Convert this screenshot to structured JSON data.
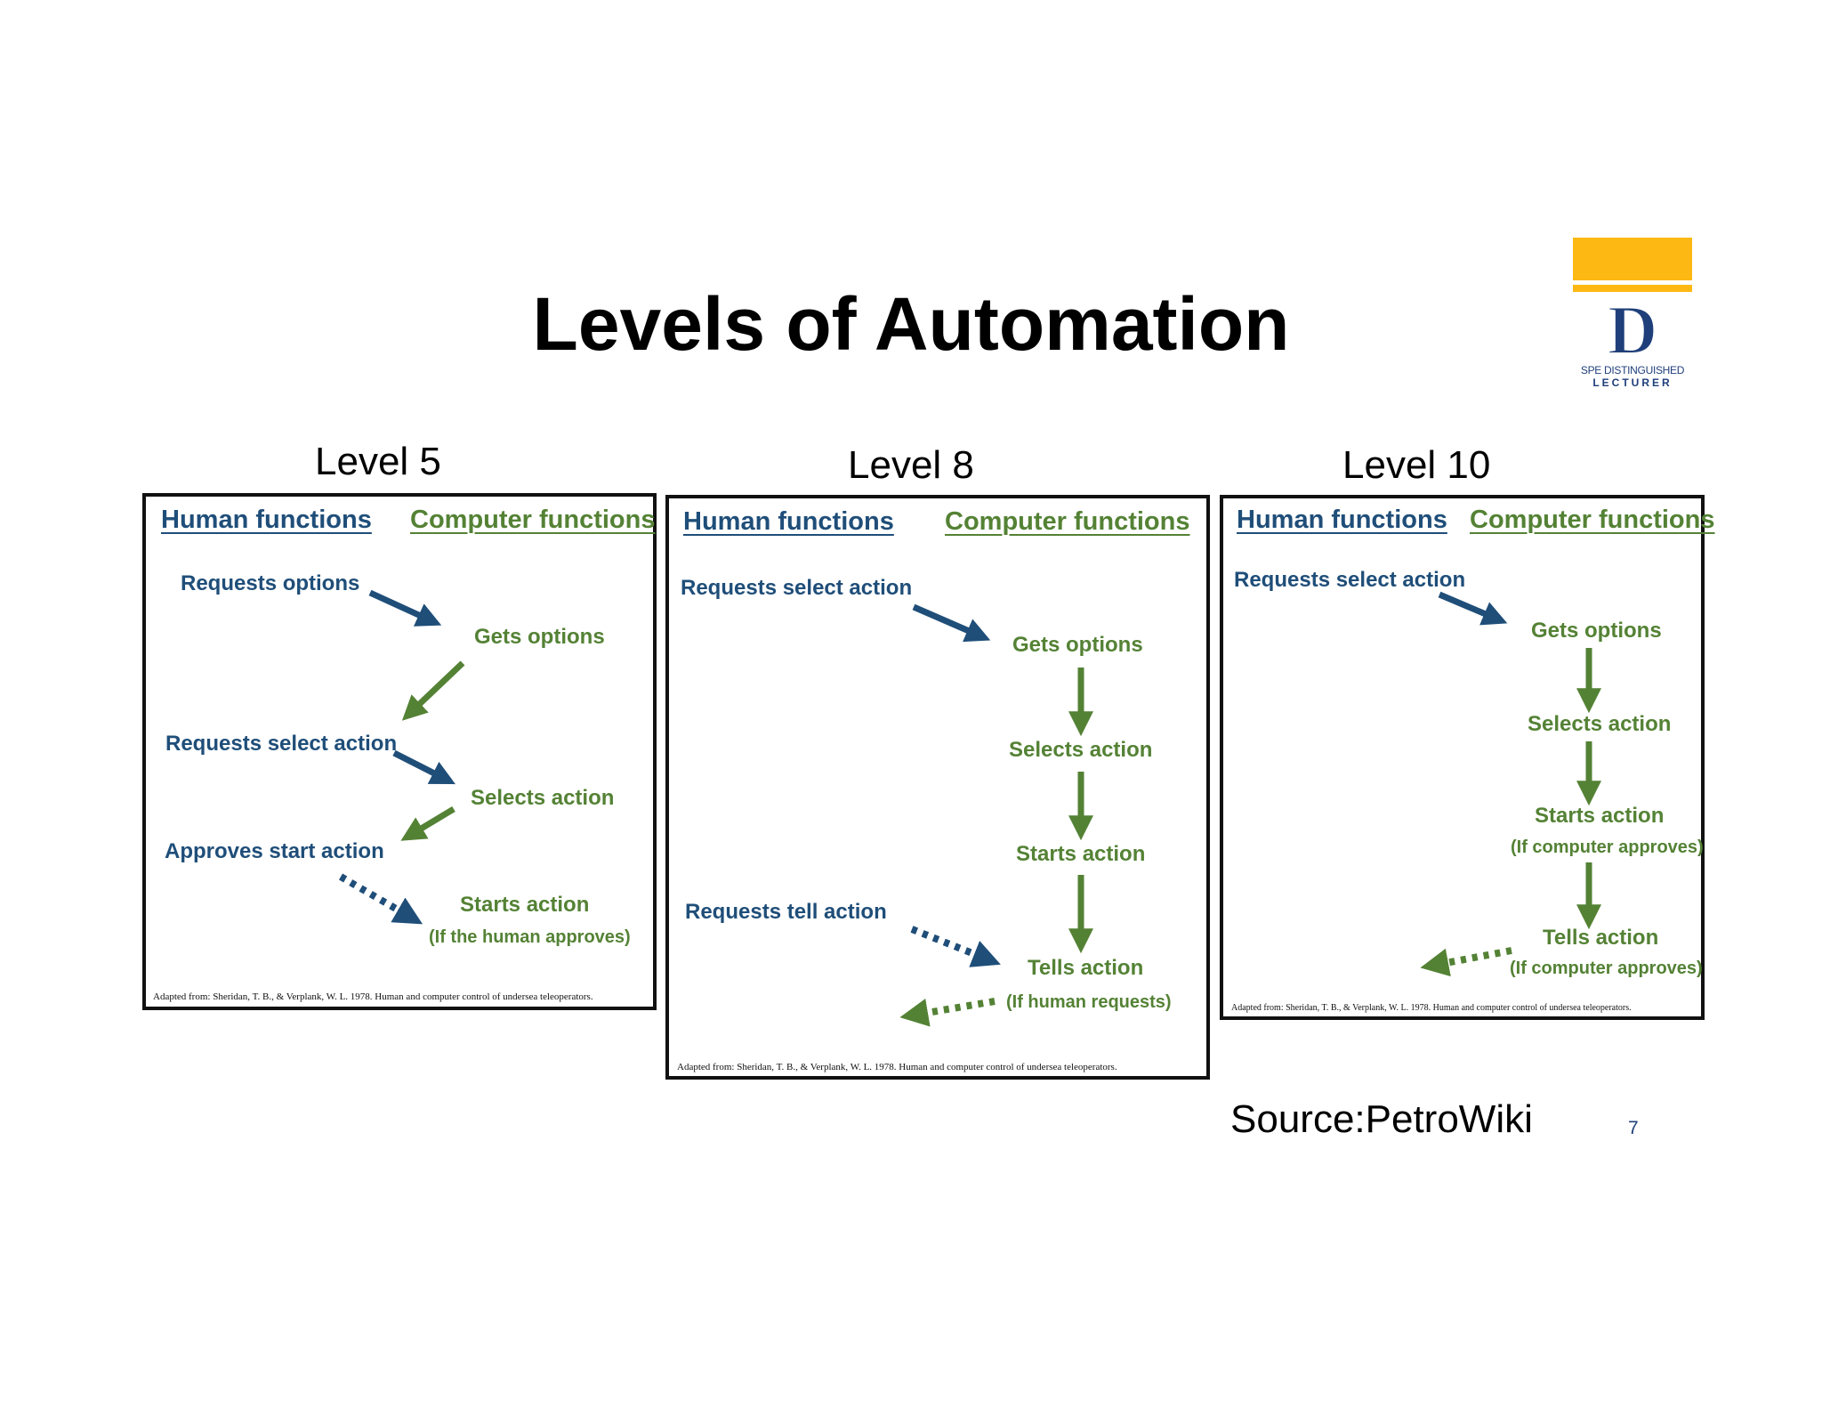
{
  "title": "Levels of Automation",
  "logo": {
    "line1": "SPE DISTINGUISHED",
    "line2": "LECTURER",
    "letter": "D",
    "colors": {
      "bar": "#fdb813",
      "text": "#1f3f7a"
    }
  },
  "colors": {
    "human": "#1f4e79",
    "computer": "#548235"
  },
  "headers": {
    "human": "Human functions",
    "computer": "Computer functions"
  },
  "citation": "Adapted from: Sheridan, T. B., & Verplank, W. L. 1978. Human and computer control of undersea teleoperators.",
  "levels": [
    {
      "label": "Level 5",
      "items": [
        "Requests options",
        "Gets options",
        "Requests select action",
        "Selects action",
        "Approves start action",
        "Starts action",
        "(If the human approves)"
      ]
    },
    {
      "label": "Level 8",
      "items": [
        "Requests select action",
        "Gets options",
        "Selects action",
        "Starts action",
        "Requests tell action",
        "Tells action",
        "(If human requests)"
      ]
    },
    {
      "label": "Level 10",
      "items": [
        "Requests select action",
        "Gets options",
        "Selects action",
        "Starts action",
        "(If computer approves)",
        "Tells action",
        "(If computer approves)"
      ]
    }
  ],
  "source": "Source:PetroWiki",
  "page_number": "7"
}
